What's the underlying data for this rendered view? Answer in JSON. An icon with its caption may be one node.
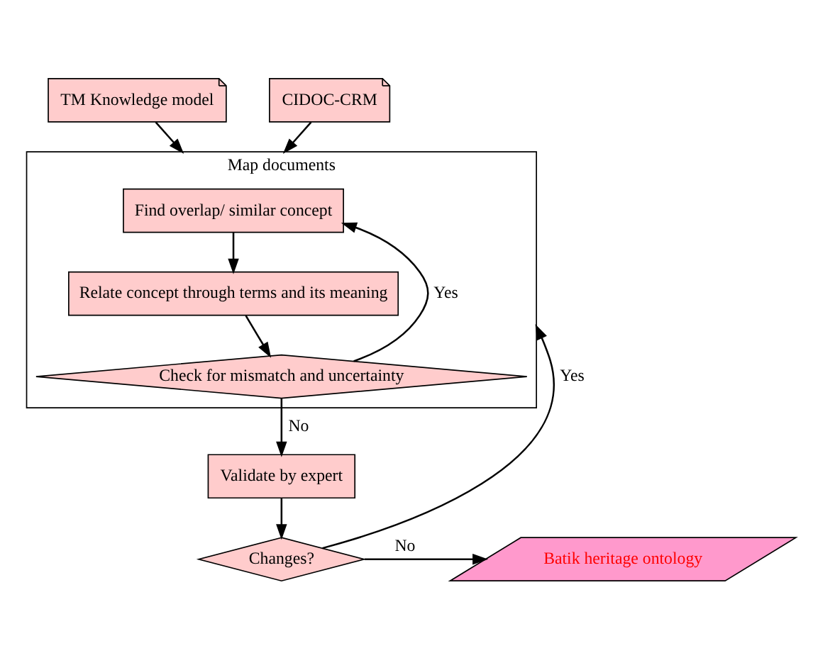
{
  "diagram": {
    "nodes": [
      {
        "text": [
          "TM Knowledge model"
        ]
      },
      {
        "text": [
          "CIDOC-CRM"
        ]
      },
      {
        "text": [
          "Map documents"
        ]
      },
      {
        "text": [
          "Find overlap/ similar concept"
        ],
        "in": 2
      },
      {
        "text": [
          "Relate concept through terms and its meaning"
        ],
        "in": 2
      },
      {
        "text": [
          "Check for mismatch and uncertainty"
        ],
        "in": 2
      },
      {
        "text": [
          "Validate by expert"
        ]
      },
      {
        "text": [
          "Changes?"
        ]
      },
      {
        "text": [
          "Batik heritage ontology"
        ]
      }
    ],
    "edges": [
      {
        "from": 0,
        "to": 2,
        "arrow": "to"
      },
      {
        "from": 1,
        "to": 2,
        "arrow": "to"
      },
      {
        "from": 3,
        "to": 4,
        "arrow": "to"
      },
      {
        "from": 4,
        "to": 5,
        "arrow": "to"
      },
      {
        "from": 5,
        "to": 3,
        "arrow": "to",
        "label": "Yes"
      },
      {
        "from": 5,
        "to": 6,
        "arrow": "to",
        "label": "No"
      },
      {
        "from": 6,
        "to": 7,
        "arrow": "to"
      },
      {
        "from": 7,
        "to": 2,
        "arrow": "to",
        "label": "Yes"
      },
      {
        "from": 7,
        "to": 8,
        "arrow": "to",
        "label": "No"
      }
    ]
  }
}
